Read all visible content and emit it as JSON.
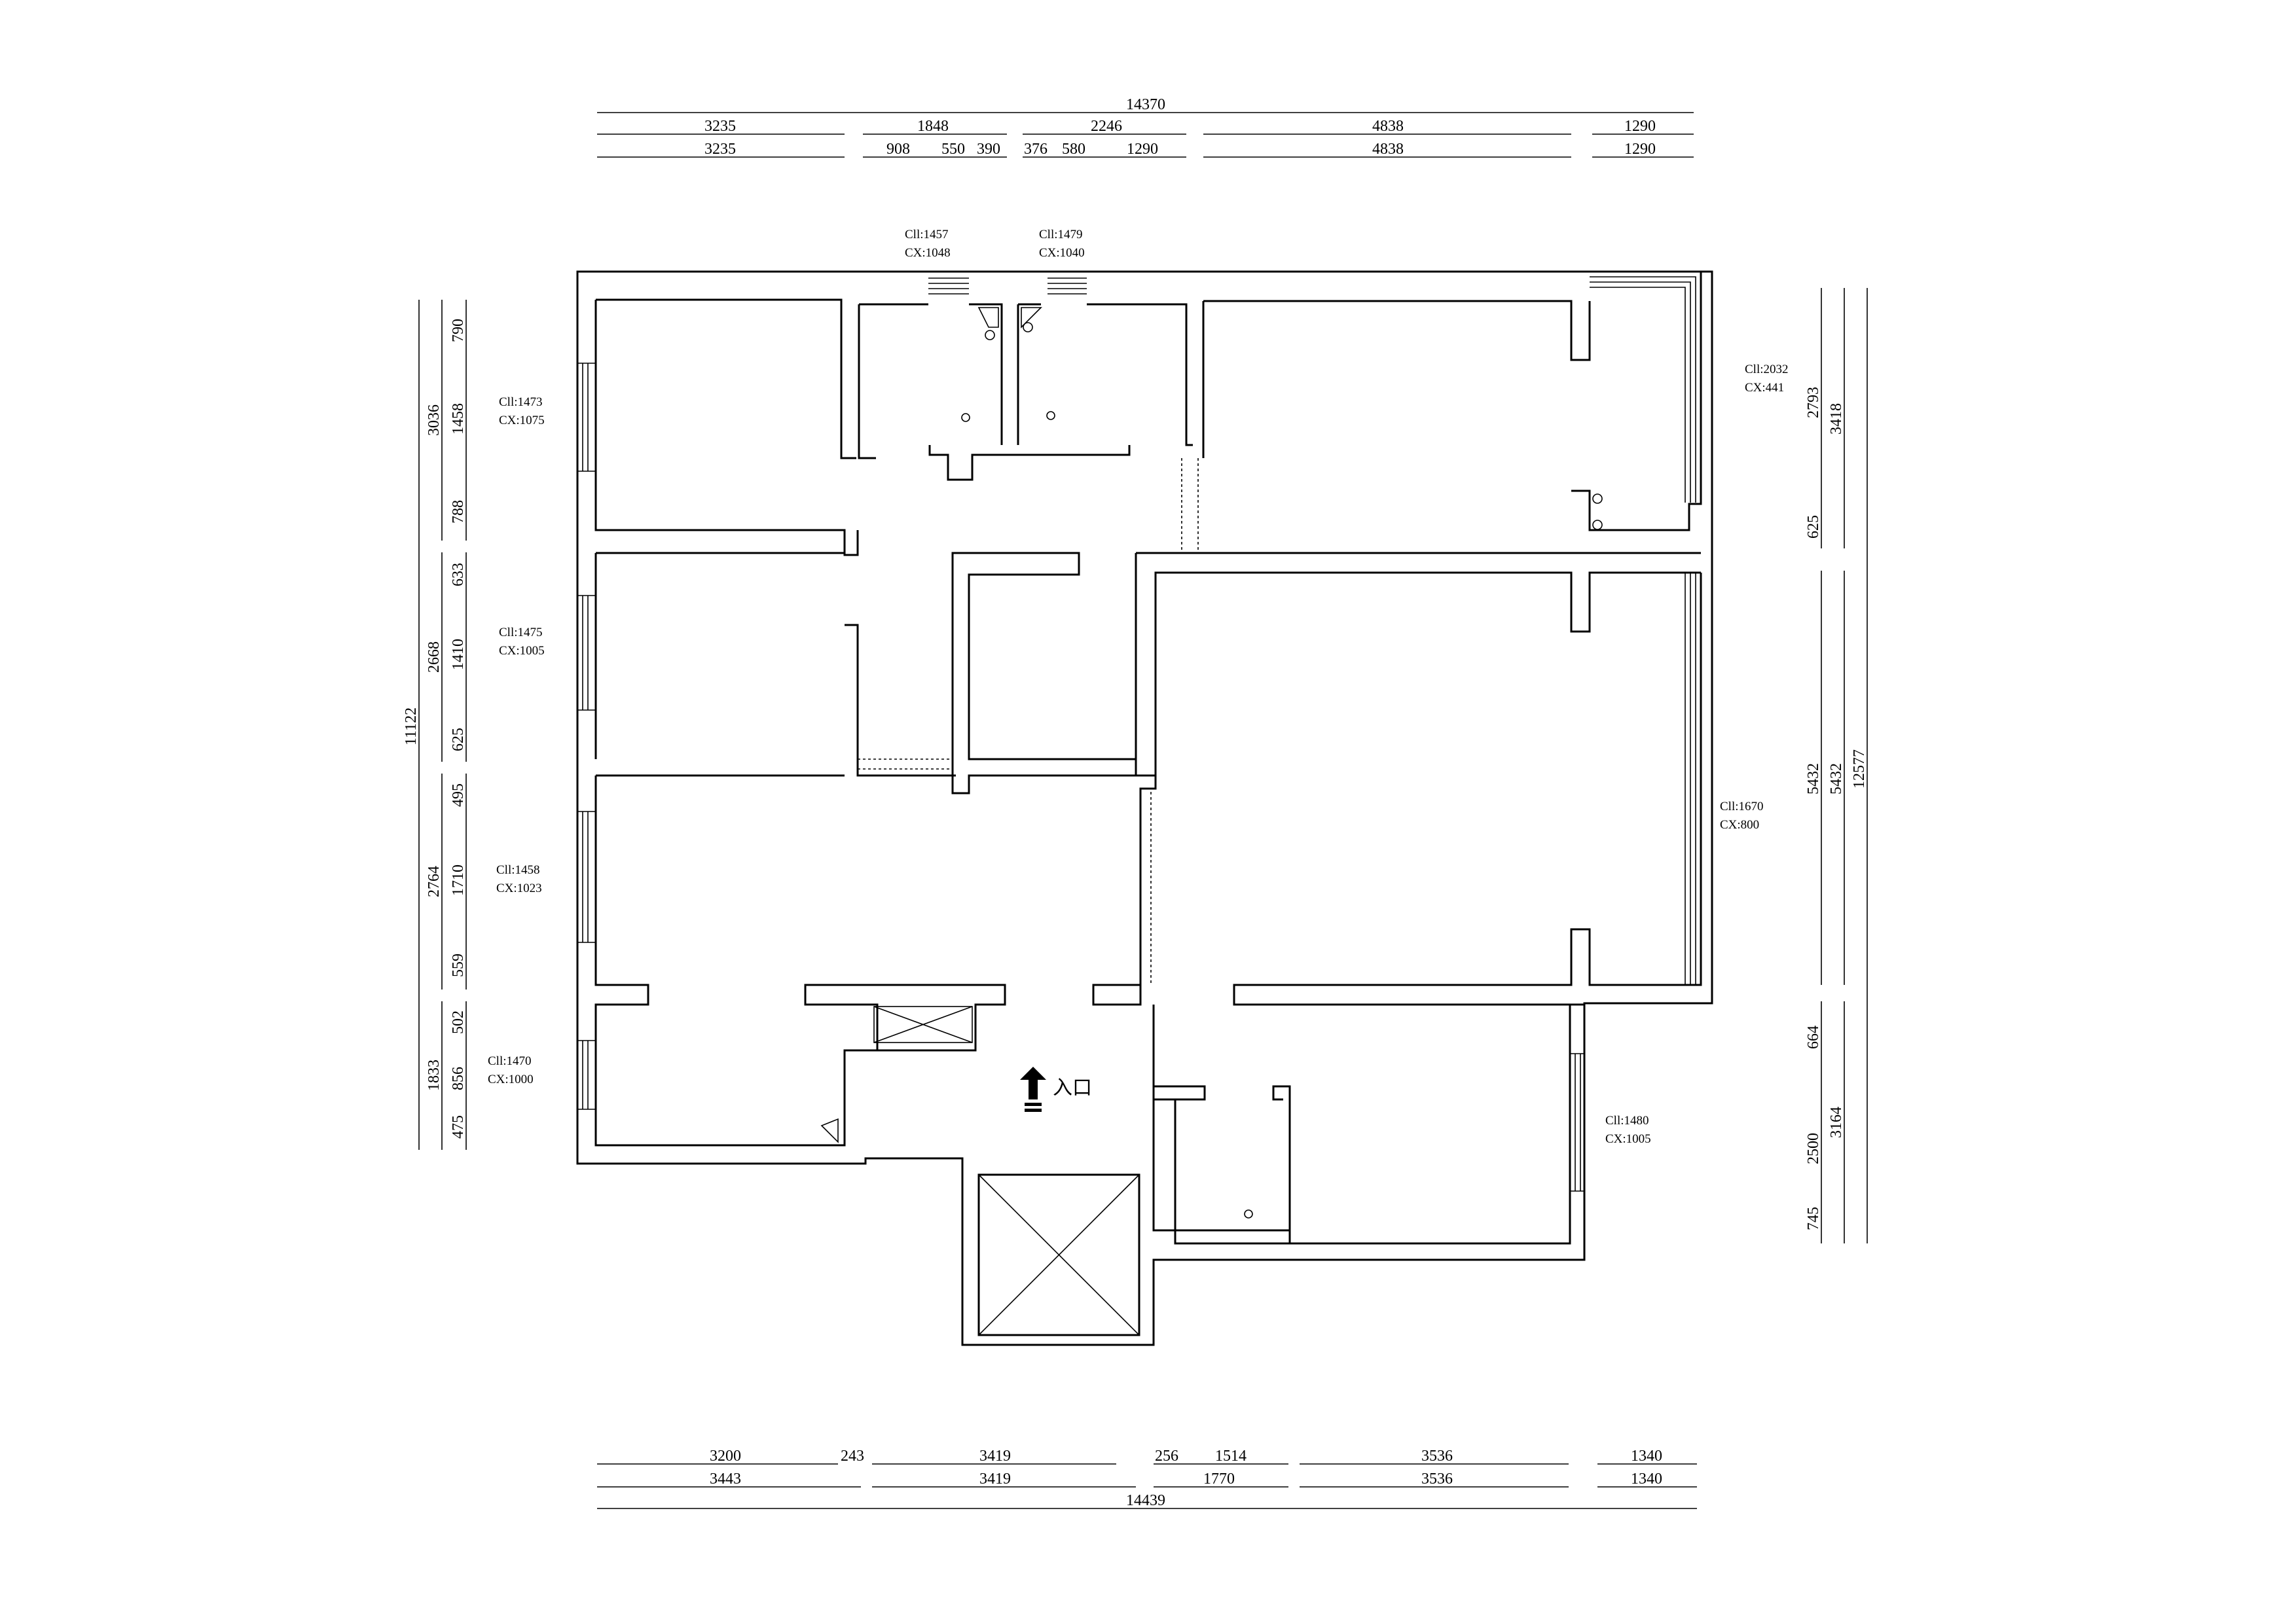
{
  "dims": {
    "top": {
      "total": "14370",
      "row1": [
        "3235",
        "1848",
        "2246",
        "4838",
        "1290"
      ],
      "row2": [
        "3235",
        "908",
        "550",
        "390",
        "376",
        "580",
        "1290",
        "4838",
        "1290"
      ]
    },
    "bottom": {
      "total": "14439",
      "row1": [
        "3200",
        "243",
        "3419",
        "256",
        "1514",
        "3536",
        "1340"
      ],
      "row2": [
        "3443",
        "3419",
        "1770",
        "3536",
        "1340"
      ]
    },
    "left": {
      "total": "11122",
      "outer": [
        "3036",
        "2668",
        "2764",
        "1833"
      ],
      "inner": [
        "790",
        "1458",
        "788",
        "633",
        "1410",
        "625",
        "495",
        "1710",
        "559",
        "502",
        "856",
        "475"
      ]
    },
    "right": {
      "total": "12577",
      "mid": [
        "3418",
        "5432",
        "3164"
      ],
      "inner": [
        "2793",
        "625",
        "5432",
        "664",
        "2500",
        "745"
      ]
    }
  },
  "windows": [
    {
      "ch": "Cll:1457",
      "cx": "CX:1048"
    },
    {
      "ch": "Cll:1479",
      "cx": "CX:1040"
    },
    {
      "ch": "Cll:1473",
      "cx": "CX:1075"
    },
    {
      "ch": "Cll:1475",
      "cx": "CX:1005"
    },
    {
      "ch": "Cll:1458",
      "cx": "CX:1023"
    },
    {
      "ch": "Cll:1470",
      "cx": "CX:1000"
    },
    {
      "ch": "Cll:2032",
      "cx": "CX:441"
    },
    {
      "ch": "Cll:1670",
      "cx": "CX:800"
    },
    {
      "ch": "Cll:1480",
      "cx": "CX:1005"
    }
  ],
  "entrance_label": "入口"
}
